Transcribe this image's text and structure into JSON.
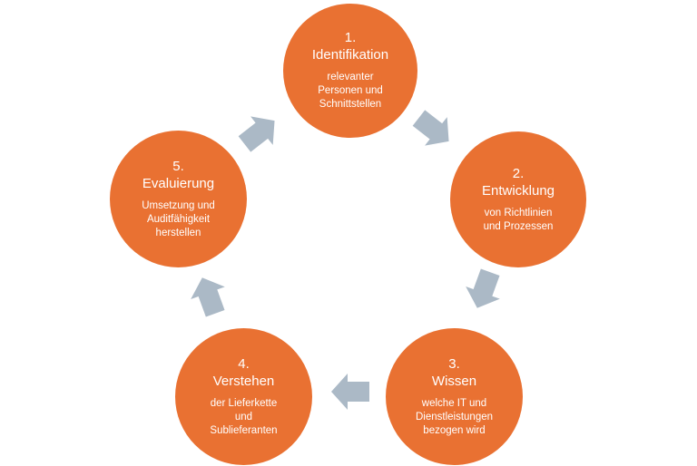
{
  "colors": {
    "circle_fill": "#E97132",
    "arrow_fill": "#ABB9C6",
    "text": "#FFFFFF",
    "background": "#FFFFFF"
  },
  "steps": [
    {
      "number": "1.",
      "title": "Identifikation",
      "description": "relevanter\nPersonen und\nSchnittstellen"
    },
    {
      "number": "2.",
      "title": "Entwicklung",
      "description": "von Richtlinien\nund Prozessen"
    },
    {
      "number": "3.",
      "title": "Wissen",
      "description": "welche IT und\nDienstleistungen\nbezogen wird"
    },
    {
      "number": "4.",
      "title": "Verstehen",
      "description": "der Lieferkette\nund\nSublieferanten"
    },
    {
      "number": "5.",
      "title": "Evaluierung",
      "description": "Umsetzung und\nAuditfähigkeit\nherstellen"
    }
  ],
  "arrows": [
    {
      "from": "1",
      "to": "2",
      "icon": "arrow-down-right-icon"
    },
    {
      "from": "2",
      "to": "3",
      "icon": "arrow-down-left-icon"
    },
    {
      "from": "3",
      "to": "4",
      "icon": "arrow-left-icon"
    },
    {
      "from": "4",
      "to": "5",
      "icon": "arrow-up-left-icon"
    },
    {
      "from": "5",
      "to": "1",
      "icon": "arrow-up-right-icon"
    }
  ]
}
